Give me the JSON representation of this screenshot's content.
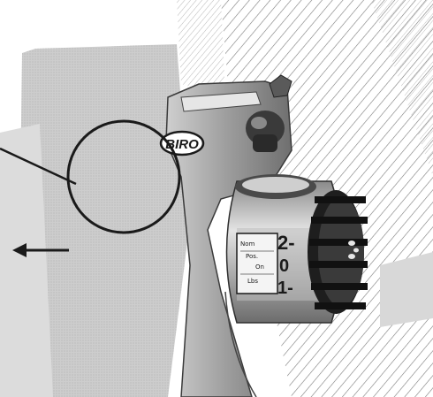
{
  "figure": {
    "brand_label": "BIRO",
    "dial_numbers": [
      "2-",
      "0",
      "1-"
    ],
    "scale_label_lines": [
      "Nom",
      "Pos.",
      "On",
      "Lbs"
    ],
    "arrow_direction": "left",
    "callout": "circle with leader line",
    "style": "black and white hatched line illustration",
    "colors": {
      "ink": "#1a1a1a",
      "paper": "#ffffff",
      "shade": "#bdbdbd"
    }
  }
}
